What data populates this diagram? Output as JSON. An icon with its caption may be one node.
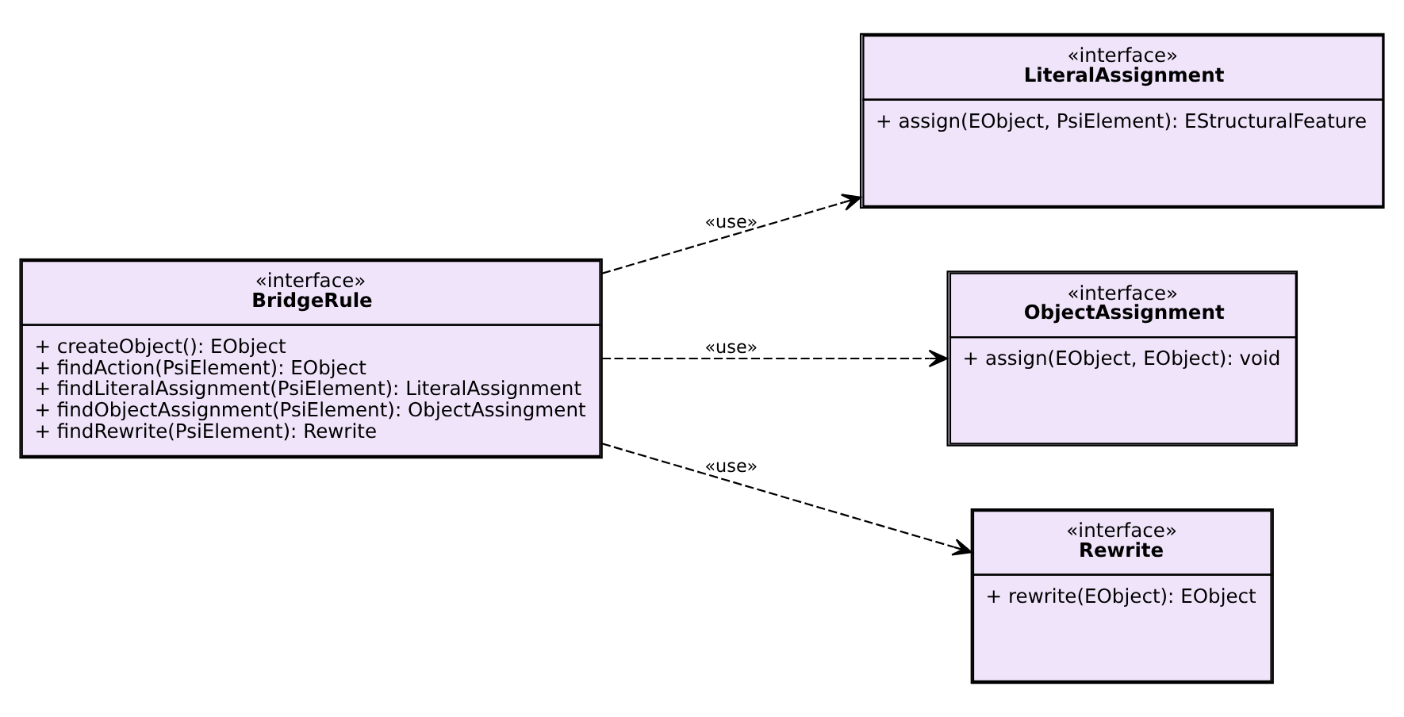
{
  "diagram": {
    "nodes": [
      {
        "text": [
          "«interface»",
          "BridgeRule",
          "+ createObject(): EObject",
          "+ findAction(PsiElement): EObject",
          "+ findLiteralAssignment(PsiElement): LiteralAssignment",
          "+ findObjectAssignment(PsiElement): ObjectAssingment",
          "+ findRewrite(PsiElement): Rewrite"
        ]
      },
      {
        "text": [
          "«interface»",
          "LiteralAssignment",
          "+ assign(EObject, PsiElement): EStructuralFeature"
        ]
      },
      {
        "text": [
          "«interface»",
          "ObjectAssignment",
          "+ assign(EObject, EObject): void"
        ]
      },
      {
        "text": [
          "«interface»",
          "Rewrite",
          "+ rewrite(EObject): EObject"
        ]
      }
    ],
    "edges": [
      {
        "from": 0,
        "to": 1,
        "arrow": "to",
        "label": "«use»",
        "style": "dashed"
      },
      {
        "from": 0,
        "to": 2,
        "arrow": "to",
        "label": "«use»",
        "style": "dashed"
      },
      {
        "from": 0,
        "to": 3,
        "arrow": "to",
        "label": "«use»",
        "style": "dashed"
      }
    ]
  }
}
